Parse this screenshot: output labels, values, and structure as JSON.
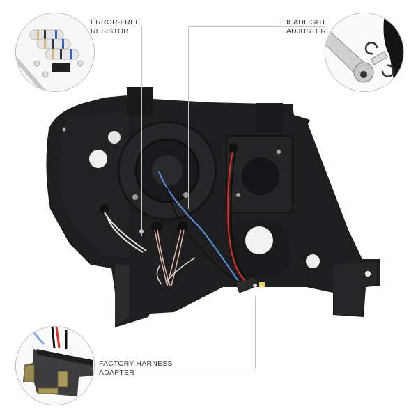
{
  "callouts": {
    "resistor": {
      "line1": "ERROR-FREE",
      "line2": "RESISTOR",
      "icon": "resistor-detail"
    },
    "adjuster": {
      "line1": "HEADLIGHT",
      "line2": "ADJUSTER",
      "icon": "ratchet-adjuster-detail"
    },
    "harness": {
      "line1": "FACTORY HARNESS",
      "line2": "ADAPTER",
      "icon": "harness-connector-detail"
    }
  },
  "colors": {
    "housing": "#1c1c1e",
    "housing_light": "#3a3a3d",
    "wire_blue": "#5b8fe0",
    "wire_red": "#e0301e",
    "wire_white": "#e8e8e8",
    "callout_line": "#c4c4c4",
    "label_text": "#3a3a3a"
  }
}
